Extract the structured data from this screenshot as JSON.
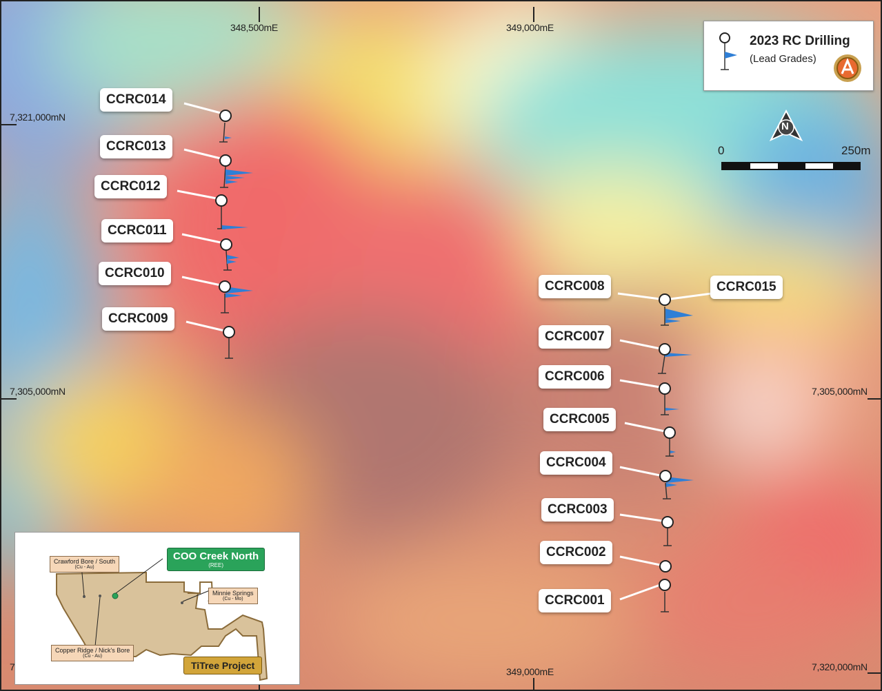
{
  "grid": {
    "e_left": "348,500mE",
    "e_mid_top": "349,000mE",
    "e_mid_bottom": "349,000mE",
    "n_top_left": "7,321,000mN",
    "n_mid_left": "7,305,000mN",
    "n_mid_right": "7,305,000mN",
    "n_bottom_right": "7,320,000mN",
    "n_bottom_left_partial": "7"
  },
  "legend": {
    "title": "2023 RC Drilling",
    "subtitle": "(Lead Grades)",
    "logo_icon": "company-logo-icon",
    "collar_icon": "drill-collar-icon",
    "flag_icon": "blue-flag-icon"
  },
  "north_arrow": {
    "letter": "N"
  },
  "scale": {
    "start": "0",
    "end": "250m"
  },
  "holes_west": [
    "CCRC014",
    "CCRC013",
    "CCRC012",
    "CCRC011",
    "CCRC010",
    "CCRC009"
  ],
  "holes_east": [
    "CCRC008",
    "CCRC007",
    "CCRC006",
    "CCRC005",
    "CCRC004",
    "CCRC003",
    "CCRC002",
    "CCRC001"
  ],
  "hole_east_right": "CCRC015",
  "inset": {
    "crawford": {
      "name": "Crawford Bore / South",
      "sub": "(Cu - Au)"
    },
    "coo": {
      "name": "COO Creek North",
      "sub": "(REE)"
    },
    "minnie": {
      "name": "Minnie Springs",
      "sub": "(Cu - Mo)"
    },
    "copper": {
      "name": "Copper Ridge / Nick's Bore",
      "sub": "(Cu - Au)"
    },
    "project": "TiTree Project"
  },
  "colors": {
    "grade_flag": "#2f7fd6",
    "collar_stroke": "#222222",
    "inset_tenement": "#d9c29b",
    "coo_green": "#2aa35a",
    "titree_gold": "#d2a53a"
  }
}
